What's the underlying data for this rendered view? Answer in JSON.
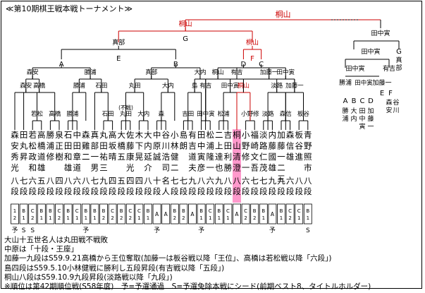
{
  "title": "≪第10期棋王戦本戦トーナメント≫",
  "winner_color": "#cc0000",
  "highlight_color": "#ff99cc",
  "players": [
    {
      "name": "森安秀光",
      "rank": "八段",
      "pos": "12",
      "mark": "予"
    },
    {
      "name": "田丸昇",
      "rank": "七段",
      "pos": "B1",
      "mark": "S"
    },
    {
      "name": "若松政和",
      "rank": "六段",
      "pos": "C2",
      "mark": "S"
    },
    {
      "name": "高橋道雄",
      "rank": "五段",
      "pos": "B1",
      "mark": ""
    },
    {
      "name": "勝浦修",
      "rank": "八段",
      "pos": "B1",
      "mark": ""
    },
    {
      "name": "泉正樹",
      "rank": "四段",
      "pos": "C2",
      "mark": ""
    },
    {
      "name": "石田和雄",
      "rank": "八段",
      "pos": "B1",
      "mark": ""
    },
    {
      "name": "中田章道",
      "rank": "六段",
      "pos": "C1",
      "mark": ""
    },
    {
      "name": "森雞二",
      "rank": "八段",
      "pos": "B1",
      "mark": "予"
    },
    {
      "name": "真部一男",
      "rank": "七段",
      "pos": "B1",
      "mark": ""
    },
    {
      "name": "丸田祐三",
      "rank": "九段",
      "pos": "B2",
      "mark": ""
    },
    {
      "name": "高坂晴",
      "rank": "四段",
      "pos": "C2",
      "mark": ""
    },
    {
      "name": "大橋五",
      "rank": "五段",
      "pos": "B2",
      "mark": ""
    },
    {
      "name": "佐藤康光",
      "rank": "四段",
      "pos": "C2",
      "mark": ""
    },
    {
      "name": "木下晃",
      "rank": "四段",
      "pos": "C1",
      "mark": ""
    },
    {
      "name": "大内延介",
      "rank": "八段",
      "pos": "B1",
      "mark": ""
    },
    {
      "name": "中原誠",
      "rank": "十段",
      "pos": "A",
      "mark": "予"
    },
    {
      "name": "谷川浩司",
      "rank": "名人",
      "pos": "A",
      "mark": ""
    },
    {
      "name": "小林健二",
      "rank": "七段",
      "pos": "B2",
      "mark": ""
    },
    {
      "name": "島朗",
      "rank": "七段",
      "pos": "B2",
      "mark": ""
    },
    {
      "name": "有吉道夫",
      "rank": "九段",
      "pos": "A",
      "mark": ""
    },
    {
      "name": "田中寅彦",
      "rank": "八段",
      "pos": "B1",
      "mark": "予"
    },
    {
      "name": "松浦隆一",
      "rank": "六段",
      "pos": "C1",
      "mark": ""
    },
    {
      "name": "二上達也",
      "rank": "九段",
      "pos": "B1",
      "mark": ""
    },
    {
      "name": "吉田利勝",
      "rank": "八段",
      "pos": "C1",
      "mark": ""
    },
    {
      "name": "桐山清澄",
      "rank": "八段",
      "pos": "A",
      "mark": ""
    },
    {
      "name": "小野修一",
      "rank": "六段",
      "pos": "C2",
      "mark": ""
    },
    {
      "name": "福崎文吾",
      "rank": "七段",
      "pos": "B2",
      "mark": ""
    },
    {
      "name": "淡路仁茂",
      "rank": "七段",
      "pos": "B1",
      "mark": ""
    },
    {
      "name": "内藤國雄",
      "rank": "九段",
      "pos": "A",
      "mark": "予"
    },
    {
      "name": "加藤一二三",
      "rank": "九段",
      "pos": "B1",
      "mark": ""
    },
    {
      "name": "森信雄",
      "rank": "六段",
      "pos": "C2",
      "mark": ""
    },
    {
      "name": "板谷進",
      "rank": "八段",
      "pos": "C1",
      "mark": ""
    },
    {
      "name": "青野照市",
      "rank": "八段",
      "pos": "B1",
      "mark": "S"
    }
  ],
  "winners": {
    "r1": [
      "若松",
      "高橋",
      "勝浦",
      "石田",
      "丸田",
      "大内",
      "森",
      "吉田",
      "田中寅",
      "松浦",
      "小野修",
      "淡路",
      "森信",
      "板谷"
    ],
    "r1_sub": "(不戦)",
    "r2": [
      "森安",
      "高橋",
      "勝浦",
      "石田",
      "丸田",
      "大内",
      "島",
      "有吉",
      "田中寅",
      "桐山",
      "淡路",
      "加藤一"
    ],
    "qf": [
      "森安",
      "勝浦",
      "真部",
      "大内",
      "有吉",
      "田中寅",
      "桐山",
      "加藤一"
    ],
    "qf_letters": [
      "A",
      "B",
      "C",
      "D"
    ],
    "sf": [
      "森安",
      "真部",
      "有吉",
      "桐山"
    ],
    "sf_letters": [
      "E",
      "F"
    ],
    "f": [
      "真部",
      "桐山"
    ],
    "f_letter": "G",
    "champion": "桐山"
  },
  "repechage": {
    "top": "田中寅",
    "level2_left": "田中寅",
    "level2_right_letter": "G",
    "level2_right_text": "真部",
    "level3": [
      "田中寅",
      "有吉"
    ],
    "level3_letters": [
      "E",
      "F"
    ],
    "level3_texts": [
      "森安",
      "谷川"
    ],
    "level4": [
      "勝浦",
      "田中寅",
      "加藤一"
    ],
    "level4_letters": [
      "A",
      "B",
      "C",
      "D"
    ],
    "level4_texts": [
      "勝浦",
      "大内",
      "田中寅",
      "加藤一"
    ]
  },
  "notes": [
    "大山十五世名人は丸田戦不戦敗",
    "中原は「十段・王座」",
    "加藤一九段はS59.9.21高橋から王位奪取(加藤一は板谷戦以降「王位」、高橋は若松戦以降「六段」)",
    "島四段はS59.5.10小林健戦に勝利し五段昇段(有吉戦以降「五段」)",
    "桐山八段はS59.10.9九段昇段(淡路戦以降「九段」)",
    "※順位は第42期順位戦(S58年度)　予=予選通過　S=予選免除本戦にシード(前期ベスト8、タイトルホルダー)"
  ]
}
